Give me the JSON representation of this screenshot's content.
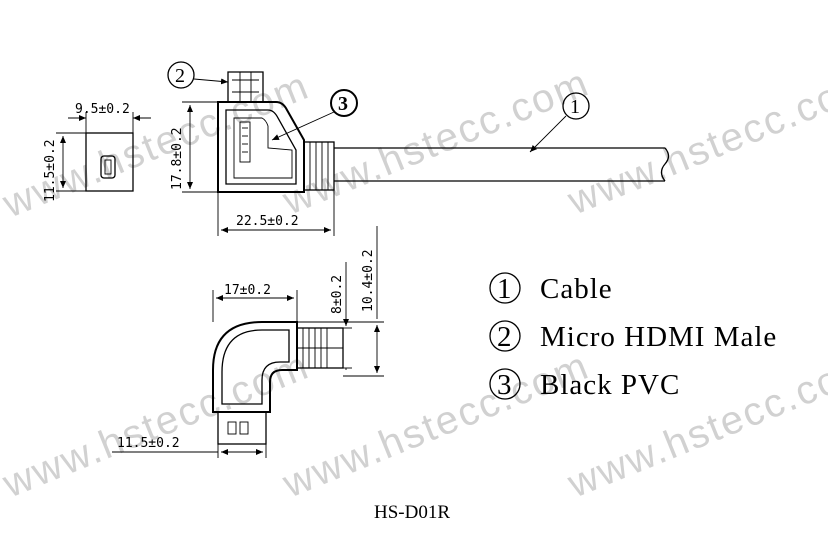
{
  "watermark": "www.hstecc.com",
  "model": "HS-D01R",
  "callouts": {
    "c1": "1",
    "c2": "2",
    "c3": "3"
  },
  "legend": [
    {
      "num": "1",
      "label": "Cable"
    },
    {
      "num": "2",
      "label": "Micro HDMI Male"
    },
    {
      "num": "3",
      "label": "Black PVC"
    }
  ],
  "dimensions": {
    "end_width": "9.5±0.2",
    "end_height": "11.5±0.2",
    "head_height": "17.8±0.2",
    "head_length": "22.5±0.2",
    "top_width": "17±0.2",
    "boot_height": "8±0.2",
    "overall_height": "10.4±0.2",
    "plug_width": "11.5±0.2"
  },
  "colors": {
    "line": "#000000",
    "watermark": "#9a9a9a"
  }
}
